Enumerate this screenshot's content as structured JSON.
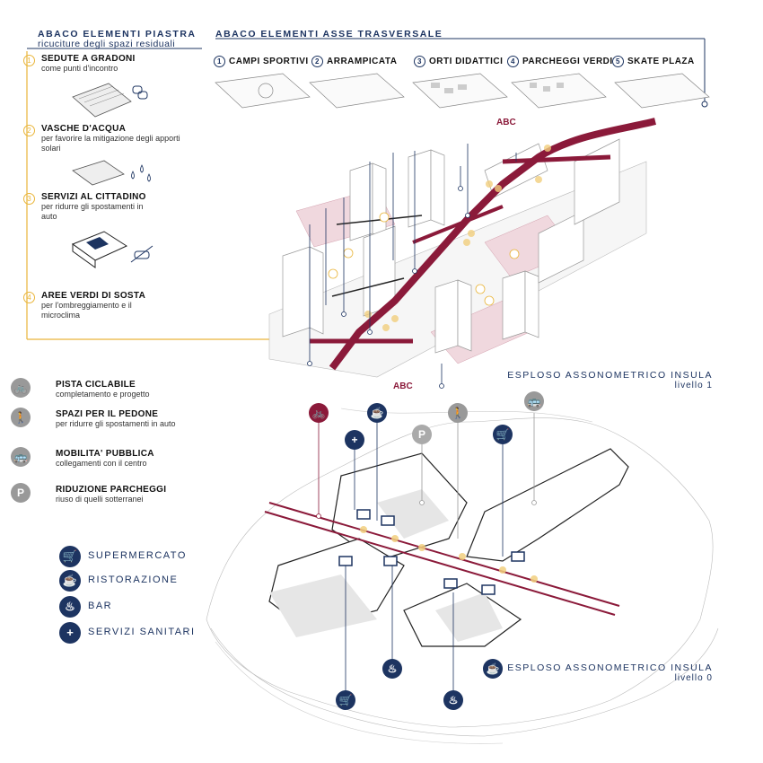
{
  "left_header": {
    "title": "ABACO ELEMENTI PIASTRA",
    "subtitle": "ricuciture degli spazi residuali"
  },
  "top_header": {
    "title": "ABACO ELEMENTI ASSE TRASVERSALE"
  },
  "piastra_items": [
    {
      "num": "1",
      "title": "SEDUTE A GRADONI",
      "desc": "come punti d'incontro"
    },
    {
      "num": "2",
      "title": "VASCHE D'ACQUA",
      "desc": "per favorire la mitigazione degli apporti solari"
    },
    {
      "num": "3",
      "title": "SERVIZI AL CITTADINO",
      "desc": "per ridurre gli spostamenti in auto"
    },
    {
      "num": "4",
      "title": "AREE VERDI DI SOSTA",
      "desc": "per l'ombreggiamento e il microclima"
    }
  ],
  "asse_items": [
    {
      "num": "1",
      "title": "CAMPI SPORTIVI"
    },
    {
      "num": "2",
      "title": "ARRAMPICATA"
    },
    {
      "num": "3",
      "title": "ORTI DIDATTICI"
    },
    {
      "num": "4",
      "title": "PARCHEGGI VERDI"
    },
    {
      "num": "5",
      "title": "SKATE PLAZA"
    }
  ],
  "mobility_legend": [
    {
      "icon": "bicycle-icon",
      "title": "PISTA CICLABILE",
      "desc": "completamento e progetto"
    },
    {
      "icon": "pedestrian-icon",
      "title": "SPAZI PER IL PEDONE",
      "desc": "per ridurre gli spostamenti in auto"
    },
    {
      "icon": "bus-icon",
      "title": "MOBILITA' PUBBLICA",
      "desc": "collegamenti con il centro"
    },
    {
      "icon": "parking-icon",
      "glyph": "P",
      "title": "RIDUZIONE PARCHEGGI",
      "desc": "riuso di quelli sotterranei"
    }
  ],
  "services_legend": [
    {
      "icon": "basket-icon",
      "label": "SUPERMERCATO"
    },
    {
      "icon": "chef-hat-icon",
      "label": "RISTORAZIONE"
    },
    {
      "icon": "coffee-cup-icon",
      "label": "BAR"
    },
    {
      "icon": "plus-icon",
      "glyph": "+",
      "label": "SERVIZI SANITARI"
    }
  ],
  "level1": {
    "title": "ESPLOSO ASSONOMETRICO INSULA",
    "sub": "livello 1"
  },
  "level0": {
    "title": "ESPLOSO ASSONOMETRICO INSULA",
    "sub": "livello 0"
  },
  "abc_label": "ABC",
  "colors": {
    "navy": "#1d3461",
    "bordeaux": "#8b1a3a",
    "yellow": "#e9b53a",
    "grey": "#9a9a9a"
  }
}
